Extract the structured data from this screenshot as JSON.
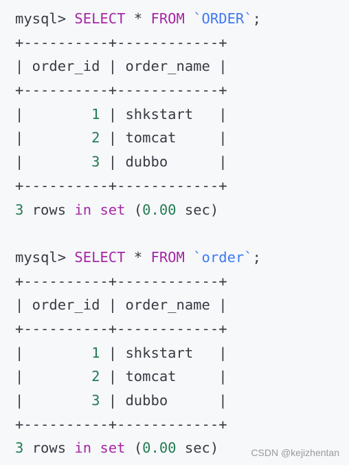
{
  "blocks": [
    {
      "prompt": "mysql>",
      "keyword_select": "SELECT",
      "star": "*",
      "keyword_from": "FROM",
      "table_name": "`ORDER`",
      "semicolon": ";",
      "border_line": "+----------+------------+",
      "header": "| order_id | order_name |",
      "rows": [
        {
          "pad": "|        ",
          "id": "1",
          "mid": " | ",
          "name": "shkstart   |"
        },
        {
          "pad": "|        ",
          "id": "2",
          "mid": " | ",
          "name": "tomcat     |"
        },
        {
          "pad": "|        ",
          "id": "3",
          "mid": " | ",
          "name": "dubbo      |"
        }
      ],
      "result": {
        "count": "3",
        "rows_word": "rows",
        "in": "in",
        "set": "set",
        "time_open": "(",
        "time": "0.00",
        "time_close": "sec)"
      }
    },
    {
      "prompt": "mysql>",
      "keyword_select": "SELECT",
      "star": "*",
      "keyword_from": "FROM",
      "table_name": "`order`",
      "semicolon": ";",
      "border_line": "+----------+------------+",
      "header": "| order_id | order_name |",
      "rows": [
        {
          "pad": "|        ",
          "id": "1",
          "mid": " | ",
          "name": "shkstart   |"
        },
        {
          "pad": "|        ",
          "id": "2",
          "mid": " | ",
          "name": "tomcat     |"
        },
        {
          "pad": "|        ",
          "id": "3",
          "mid": " | ",
          "name": "dubbo      |"
        }
      ],
      "result": {
        "count": "3",
        "rows_word": "rows",
        "in": "in",
        "set": "set",
        "time_open": "(",
        "time": "0.00",
        "time_close": "sec)"
      }
    }
  ],
  "watermark": "CSDN @kejizhentan",
  "colors": {
    "background": "#f6f8fa",
    "keyword": "#a626a4",
    "string": "#4078f2",
    "number": "#237a52",
    "text": "#383a42"
  }
}
